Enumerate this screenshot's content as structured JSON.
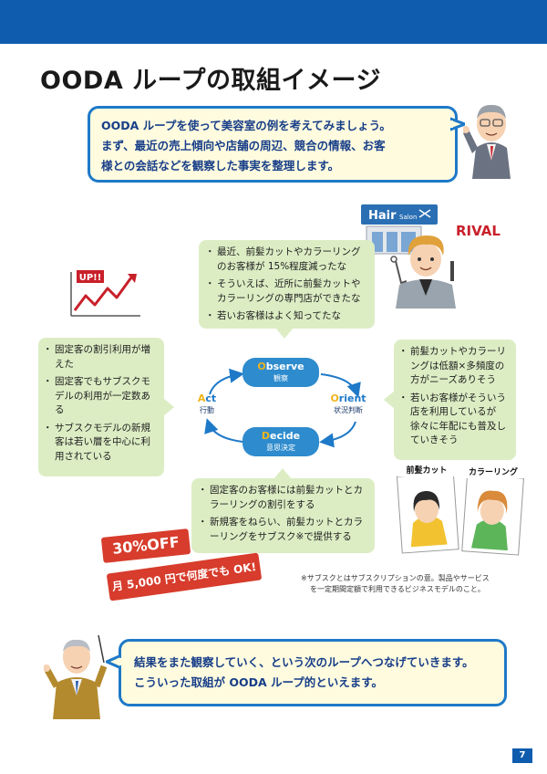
{
  "title": "OODA ループの取組イメージ",
  "intro": {
    "line1": "OODA ループを使って美容室の例を考えてみましょう。",
    "line2": "まず、最近の売上傾向や店舗の周辺、競合の情報、お客",
    "line3": "様との会話などを観察した事実を整理します。"
  },
  "observe_box": [
    "最近、前髪カットやカラーリングのお客様が 15%程度減ったな",
    "そういえば、近所に前髪カットやカラーリングの専門店ができたな",
    "若いお客様はよく知ってたな"
  ],
  "act_box": [
    "固定客の割引利用が増えた",
    "固定客でもサブスクモデルの利用が一定数ある",
    "サブスクモデルの新規客は若い層を中心に利用されている"
  ],
  "orient_box": [
    "前髪カットやカラーリングは低額×多頻度の方がニーズありそう",
    "若いお客様がそういう店を利用しているが徐々に年配にも普及していきそう"
  ],
  "decide_box": [
    "固定客のお客様には前髪カットとカラーリングの割引をする",
    "新規客をねらい、前髪カットとカラーリングをサブスク※で提供する"
  ],
  "cycle": {
    "observe_cap": "O",
    "observe_rest": "bserve",
    "observe_jp": "観察",
    "orient_cap": "O",
    "orient_rest": "rient",
    "orient_jp": "状況判断",
    "decide_cap": "D",
    "decide_rest": "ecide",
    "decide_jp": "意思決定",
    "act_cap": "A",
    "act_rest": "ct",
    "act_jp": "行動"
  },
  "chart_label": "UP!!",
  "salon_sign": {
    "hair": "Hair",
    "salon": "Salon"
  },
  "rival": "RIVAL",
  "photo_labels": {
    "bangs": "前髪カット",
    "coloring": "カラーリング"
  },
  "discount": {
    "badge": "30%OFF",
    "tag": "月 5,000 円で何度でも OK!"
  },
  "note": {
    "line1": "※サブスクとはサブスクリプションの意。製品やサービス",
    "line2": "を一定期間定額で利用できるビジネスモデルのこと。"
  },
  "outro": {
    "line1": "結果をまた観察していく、という次のループへつなげていきます。",
    "line2": "こういった取組が OODA ループ的といえます。"
  },
  "page_number": "7",
  "colors": {
    "brand_blue": "#0f5cae",
    "bubble_border": "#1e79c8",
    "bubble_fill": "#fffbdf",
    "box_green": "#dcedc4",
    "accent_red": "#d73c2c"
  }
}
